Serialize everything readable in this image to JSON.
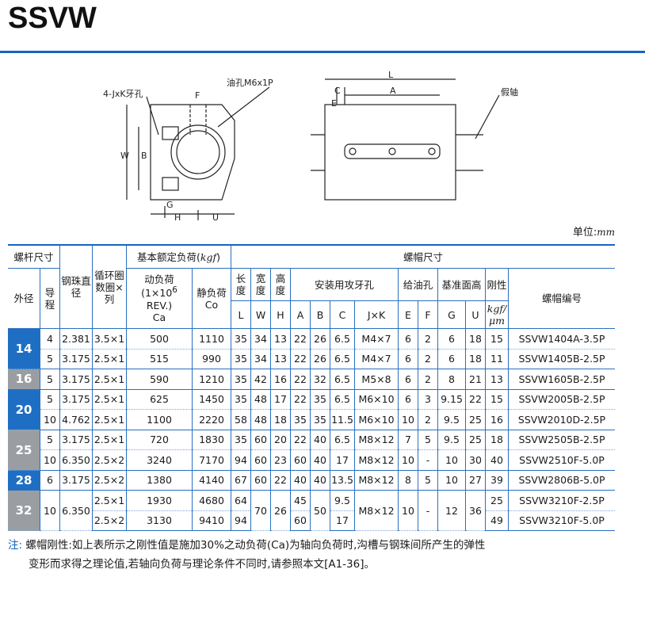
{
  "title": "SSVW",
  "drawing": {
    "label_tap": "4-JxK牙孔",
    "label_oil": "油孔M6x1P",
    "label_dummy": "假轴",
    "dim_F": "F",
    "dim_W": "W",
    "dim_B": "B",
    "dim_G": "G",
    "dim_H": "H",
    "dim_U": "U",
    "dim_L": "L",
    "dim_A": "A",
    "dim_C": "C",
    "dim_E": "E"
  },
  "unit_label": "单位:",
  "unit_value": "mm",
  "table": {
    "head": {
      "screw": "螺杆尺寸",
      "od": "外径",
      "lead": "导程",
      "ball": "钢珠直径",
      "turns": "循环圈数圈×列",
      "load": "基本额定负荷(",
      "load_unit": "kgf",
      "load_close": ")",
      "nut": "螺帽尺寸",
      "dyn": "动负荷",
      "dyn_sub": "(1×10",
      "dyn_sup": "6",
      "dyn_sub2": " REV.)",
      "dyn_sym": "Ca",
      "stat": "静负荷",
      "stat_sym": "Co",
      "len": "长度",
      "wid": "宽度",
      "hei": "高度",
      "mount": "安装用攻牙孔",
      "oil": "给油孔",
      "base": "基准面高",
      "stiff": "刚性",
      "code": "螺帽编号",
      "L": "L",
      "W": "W",
      "H": "H",
      "A": "A",
      "B": "B",
      "C": "C",
      "JK": "J×K",
      "E": "E",
      "F": "F",
      "G": "G",
      "U": "U",
      "stiff_unit1": "kgf/",
      "stiff_unit2": "μm"
    },
    "rows": [
      {
        "od": "14",
        "lead": "4",
        "ball": "2.381",
        "turns": "3.5×1",
        "ca": "500",
        "co": "1110",
        "L": "35",
        "W": "34",
        "H": "13",
        "A": "22",
        "B": "26",
        "C": "6.5",
        "JK": "M4×7",
        "E": "6",
        "F": "2",
        "G": "6",
        "U": "18",
        "K": "15",
        "code": "SSVW1404A-3.5P"
      },
      {
        "lead": "5",
        "ball": "3.175",
        "turns": "2.5×1",
        "ca": "515",
        "co": "990",
        "L": "35",
        "W": "34",
        "H": "13",
        "A": "22",
        "B": "26",
        "C": "6.5",
        "JK": "M4×7",
        "E": "6",
        "F": "2",
        "G": "6",
        "U": "18",
        "K": "11",
        "code": "SSVW1405B-2.5P"
      },
      {
        "od": "16",
        "lead": "5",
        "ball": "3.175",
        "turns": "2.5×1",
        "ca": "590",
        "co": "1210",
        "L": "35",
        "W": "42",
        "H": "16",
        "A": "22",
        "B": "32",
        "C": "6.5",
        "JK": "M5×8",
        "E": "6",
        "F": "2",
        "G": "8",
        "U": "21",
        "K": "13",
        "code": "SSVW1605B-2.5P"
      },
      {
        "od": "20",
        "lead": "5",
        "ball": "3.175",
        "turns": "2.5×1",
        "ca": "625",
        "co": "1450",
        "L": "35",
        "W": "48",
        "H": "17",
        "A": "22",
        "B": "35",
        "C": "6.5",
        "JK": "M6×10",
        "E": "6",
        "F": "3",
        "G": "9.15",
        "U": "22",
        "K": "15",
        "code": "SSVW2005B-2.5P"
      },
      {
        "lead": "10",
        "ball": "4.762",
        "turns": "2.5×1",
        "ca": "1100",
        "co": "2220",
        "L": "58",
        "W": "48",
        "H": "18",
        "A": "35",
        "B": "35",
        "C": "11.5",
        "JK": "M6×10",
        "E": "10",
        "F": "2",
        "G": "9.5",
        "U": "25",
        "K": "16",
        "code": "SSVW2010D-2.5P"
      },
      {
        "od": "25",
        "lead": "5",
        "ball": "3.175",
        "turns": "2.5×1",
        "ca": "720",
        "co": "1830",
        "L": "35",
        "W": "60",
        "H": "20",
        "A": "22",
        "B": "40",
        "C": "6.5",
        "JK": "M8×12",
        "E": "7",
        "F": "5",
        "G": "9.5",
        "U": "25",
        "K": "18",
        "code": "SSVW2505B-2.5P"
      },
      {
        "lead": "10",
        "ball": "6.350",
        "turns": "2.5×2",
        "ca": "3240",
        "co": "7170",
        "L": "94",
        "W": "60",
        "H": "23",
        "A": "60",
        "B": "40",
        "C": "17",
        "JK": "M8×12",
        "E": "10",
        "F": "-",
        "G": "10",
        "U": "30",
        "K": "40",
        "code": "SSVW2510F-5.0P"
      },
      {
        "od": "28",
        "lead": "6",
        "ball": "3.175",
        "turns": "2.5×2",
        "ca": "1380",
        "co": "4140",
        "L": "67",
        "W": "60",
        "H": "22",
        "A": "40",
        "B": "40",
        "C": "13.5",
        "JK": "M8×12",
        "E": "8",
        "F": "5",
        "G": "10",
        "U": "27",
        "K": "39",
        "code": "SSVW2806B-5.0P"
      }
    ],
    "row32": {
      "od": "32",
      "lead": "10",
      "ball": "6.350",
      "turns1": "2.5×1",
      "turns2": "2.5×2",
      "ca1": "1930",
      "ca2": "3130",
      "co1": "4680",
      "co2": "9410",
      "L1": "64",
      "L2": "94",
      "W": "70",
      "H": "26",
      "A1": "45",
      "A2": "60",
      "B": "50",
      "C1": "9.5",
      "C2": "17",
      "JK": "M8×12",
      "E": "10",
      "F": "-",
      "G": "12",
      "U": "36",
      "K1": "25",
      "K2": "49",
      "code1": "SSVW3210F-2.5P",
      "code2": "SSVW3210F-5.0P"
    }
  },
  "note": {
    "label": "注:",
    "line1": "螺帽刚性:如上表所示之刚性值是施加30%之动负荷(Ca)为轴向负荷时,沟槽与钢珠间所产生的弹性",
    "line2": "变形而求得之理论值,若轴向负荷与理论条件不同时,请参照本文[A1-36]。"
  },
  "colors": {
    "accent": "#1565c0",
    "od_blue": "#1e6fc4",
    "od_gray": "#9a9ea3"
  }
}
